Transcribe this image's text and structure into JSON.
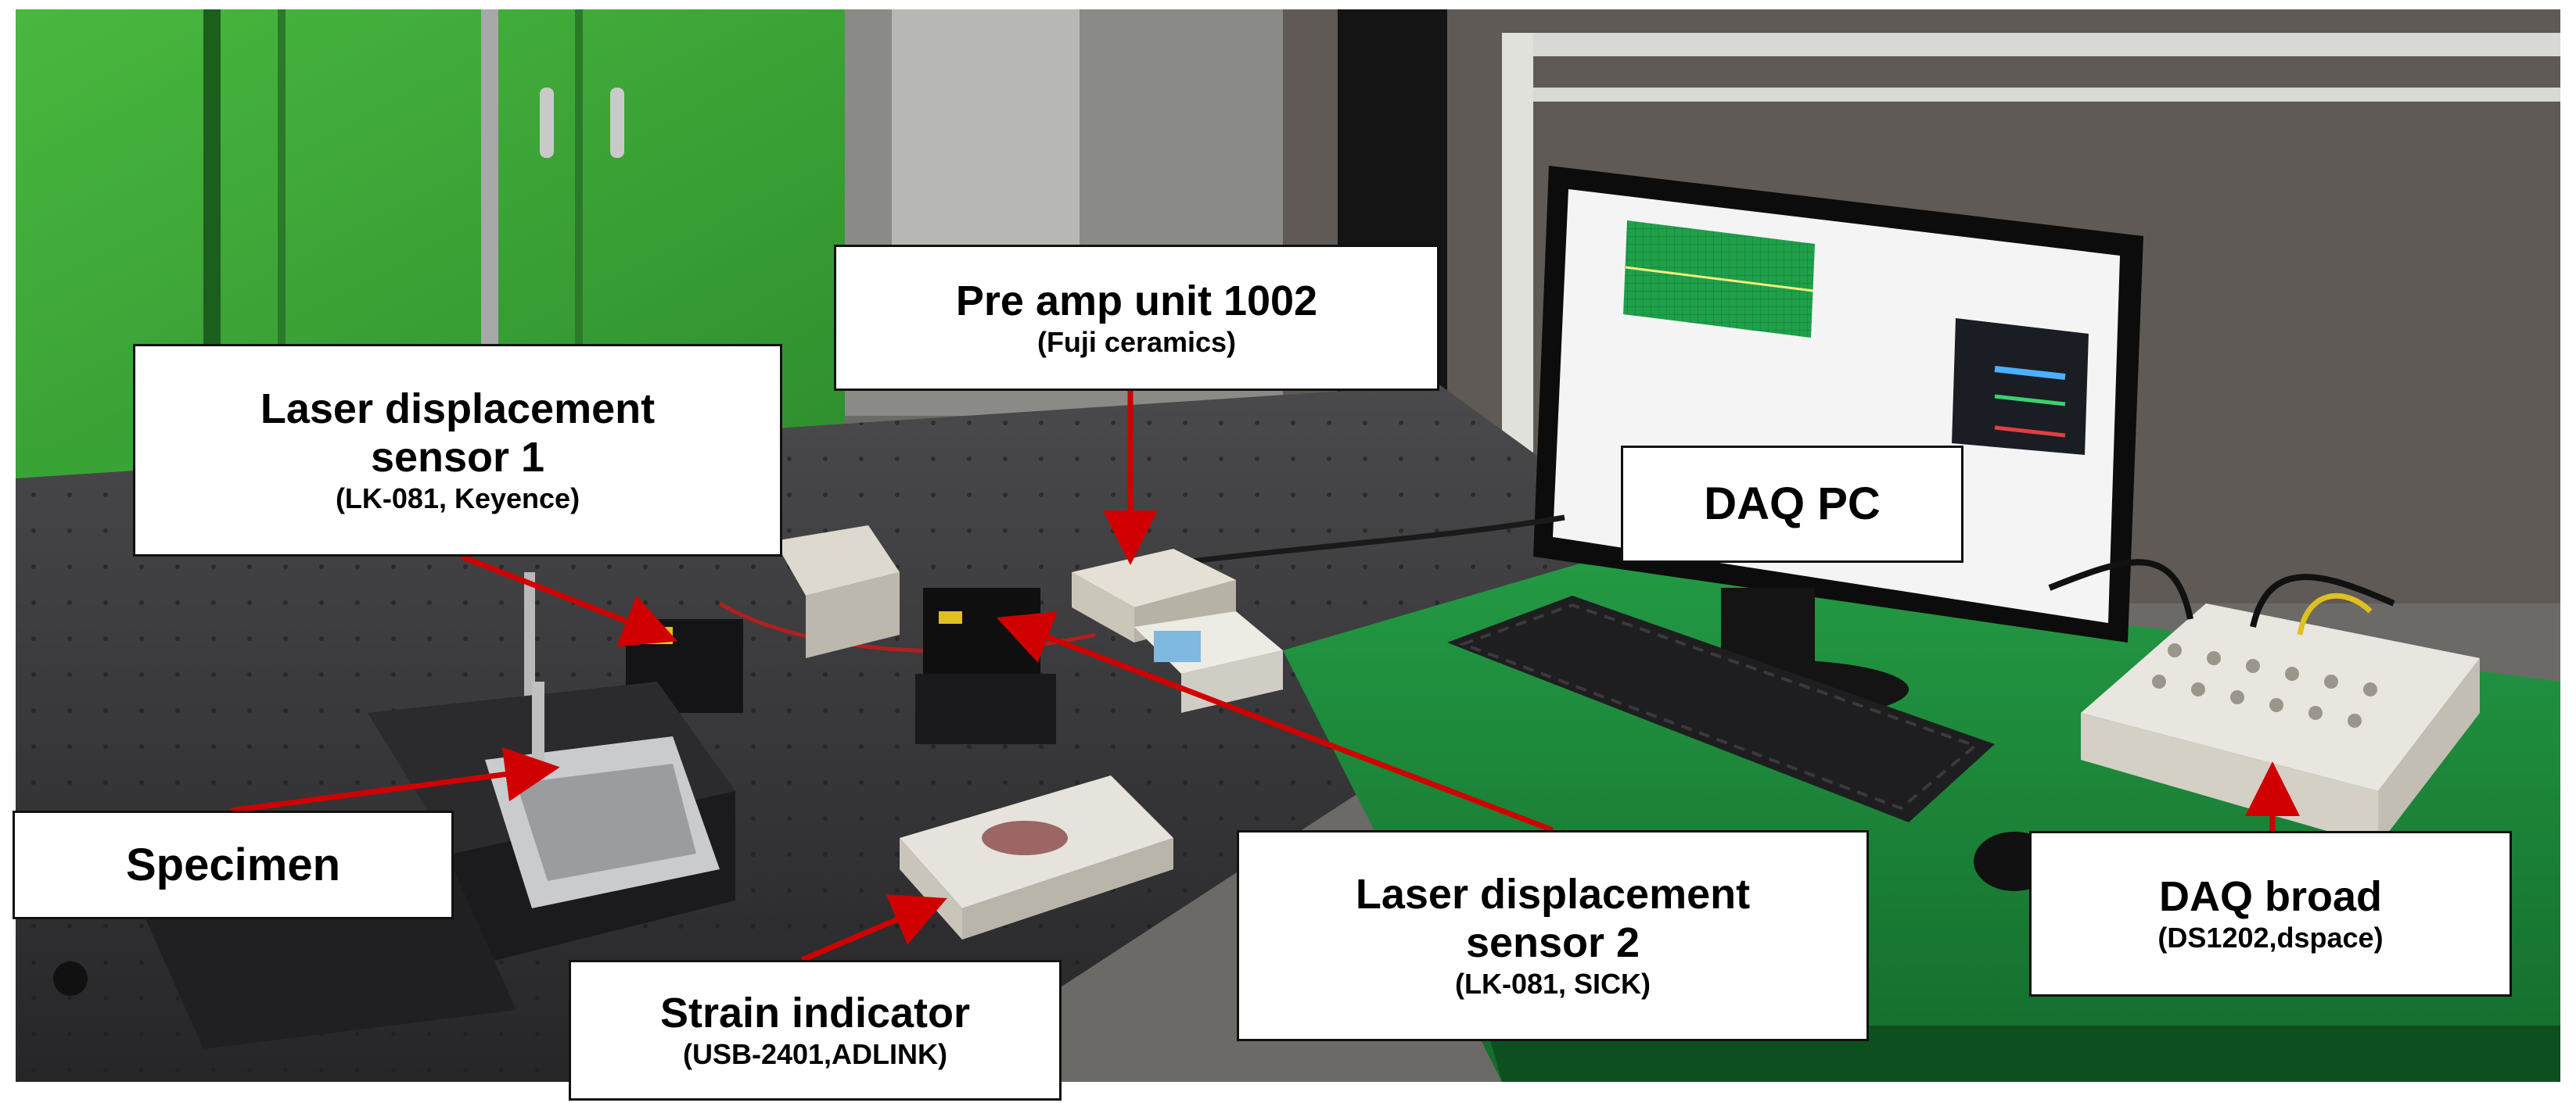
{
  "labels": {
    "laser1": {
      "title_line1": "Laser displacement",
      "title_line2": "sensor 1",
      "model": "(LK-081, Keyence)"
    },
    "preamp": {
      "title": "Pre amp unit 1002",
      "model": "(Fuji ceramics)"
    },
    "daq_pc": {
      "title": "DAQ PC"
    },
    "specimen": {
      "title": "Specimen"
    },
    "laser2": {
      "title_line1": "Laser displacement",
      "title_line2": "sensor 2",
      "model": "(LK-081, SICK)"
    },
    "strain": {
      "title": "Strain indicator",
      "model": "(USB-2401,ADLINK)"
    },
    "daq_board": {
      "title": "DAQ broad",
      "model": "(DS1202,dspace)"
    }
  },
  "colors": {
    "arrow": "#d00000",
    "table_green": "#1f8a3a",
    "wall_green": "#3fae3a",
    "optical_table": "#3a3a3c"
  }
}
